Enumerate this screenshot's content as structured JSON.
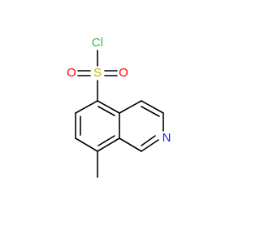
{
  "molecule": {
    "atoms": {
      "cl": {
        "symbol": "Cl",
        "color": "#3cb83c"
      },
      "s": {
        "symbol": "S",
        "color": "#c8b400"
      },
      "o_left": {
        "symbol": "O",
        "color": "#ff0000"
      },
      "o_right": {
        "symbol": "O",
        "color": "#ff0000"
      },
      "n": {
        "symbol": "N",
        "color": "#1f1fff"
      }
    },
    "bond_color": "#000000",
    "background": "#ffffff"
  }
}
